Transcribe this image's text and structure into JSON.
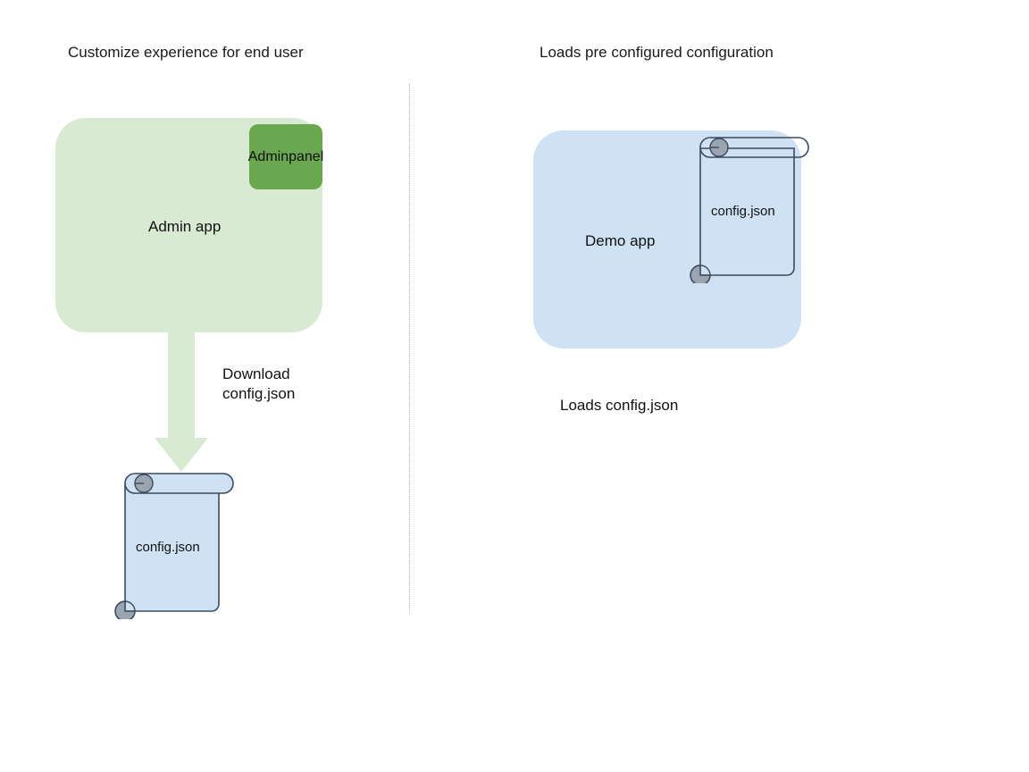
{
  "diagram": {
    "background": "#ffffff",
    "sections": {
      "left": {
        "title": "Customize experience for end user",
        "app_label": "Admin app",
        "app_color": "#d9ead3",
        "panel_label": "Admin\npanel",
        "panel_line1": "Admin",
        "panel_line2": "panel",
        "panel_color": "#6aa84f",
        "arrow_label_line1": "Download",
        "arrow_label_line2": "config.json",
        "arrow_color": "#d9ead3",
        "document_label": "config.json",
        "document_fill": "#cfe2f3",
        "document_stroke": "#3c4a5e"
      },
      "right": {
        "title": "Loads pre configured configuration",
        "app_label": "Demo app",
        "app_color": "#cfe2f3",
        "document_label": "config.json",
        "document_fill": "none",
        "document_stroke": "#3c4a5e",
        "caption": "Loads config.json"
      }
    },
    "divider": {
      "style": "dotted",
      "color": "#b9b9b9"
    },
    "scroll_knob_color": "#9aa5b1"
  }
}
